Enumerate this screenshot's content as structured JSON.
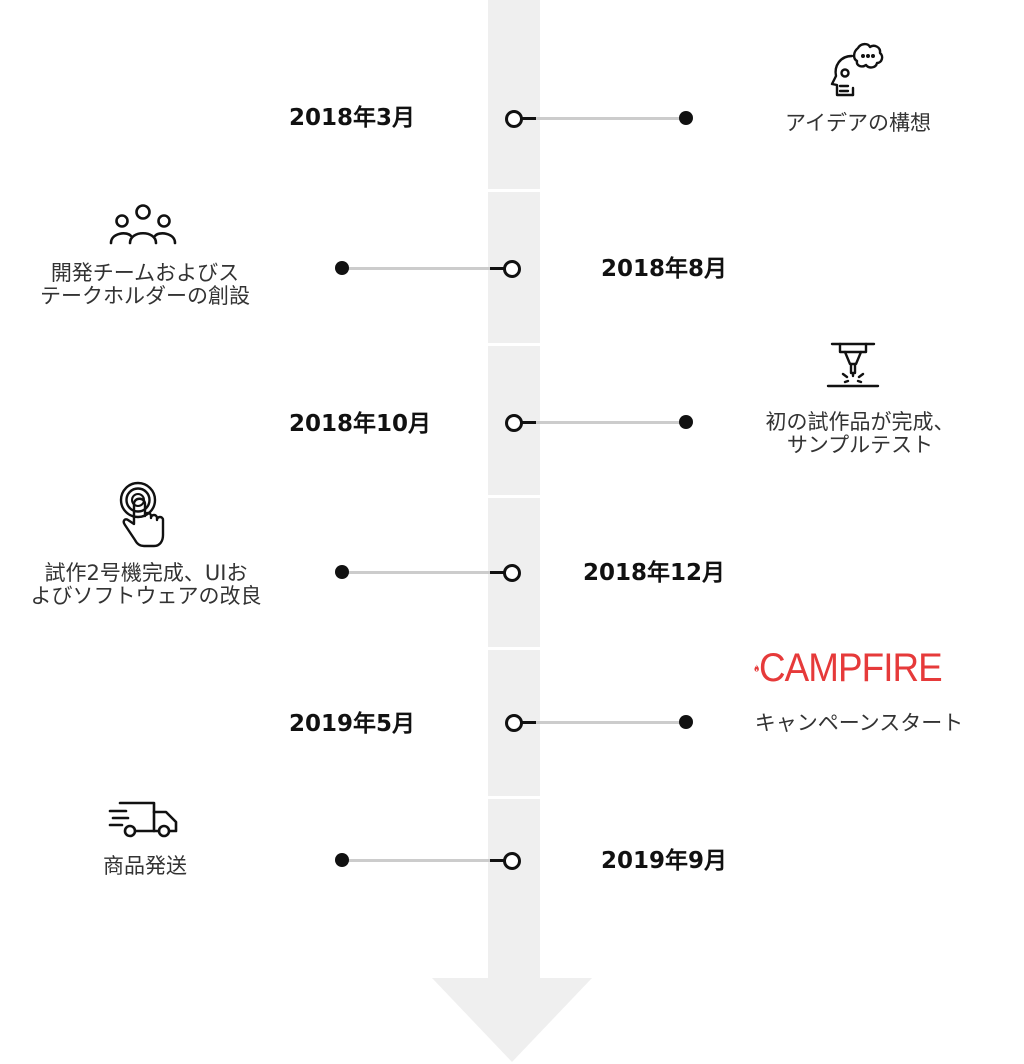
{
  "colors": {
    "spine": "#efefef",
    "connector": "#cccccc",
    "marker": "#111111",
    "brand_red": "#e63a3a"
  },
  "milestones": [
    {
      "date": "2018年3月",
      "description": "アイデアの構想",
      "icon": "thinking-head-icon"
    },
    {
      "date": "2018年8月",
      "description": "開発チームおよびス\nテークホルダーの創設",
      "icon": "team-people-icon"
    },
    {
      "date": "2018年10月",
      "description": "初の試作品が完成、\nサンプルテスト",
      "icon": "laser-prototype-icon"
    },
    {
      "date": "2018年12月",
      "description": "試作2号機完成、UIお\nよびソフトウェアの改良",
      "icon": "touch-hand-icon"
    },
    {
      "date": "2019年5月",
      "description": "キャンペーンスタート",
      "icon": "campfire-flame-icon",
      "logo_text": "CAMPFIRE"
    },
    {
      "date": "2019年9月",
      "description": "商品発送",
      "icon": "delivery-truck-icon"
    }
  ]
}
